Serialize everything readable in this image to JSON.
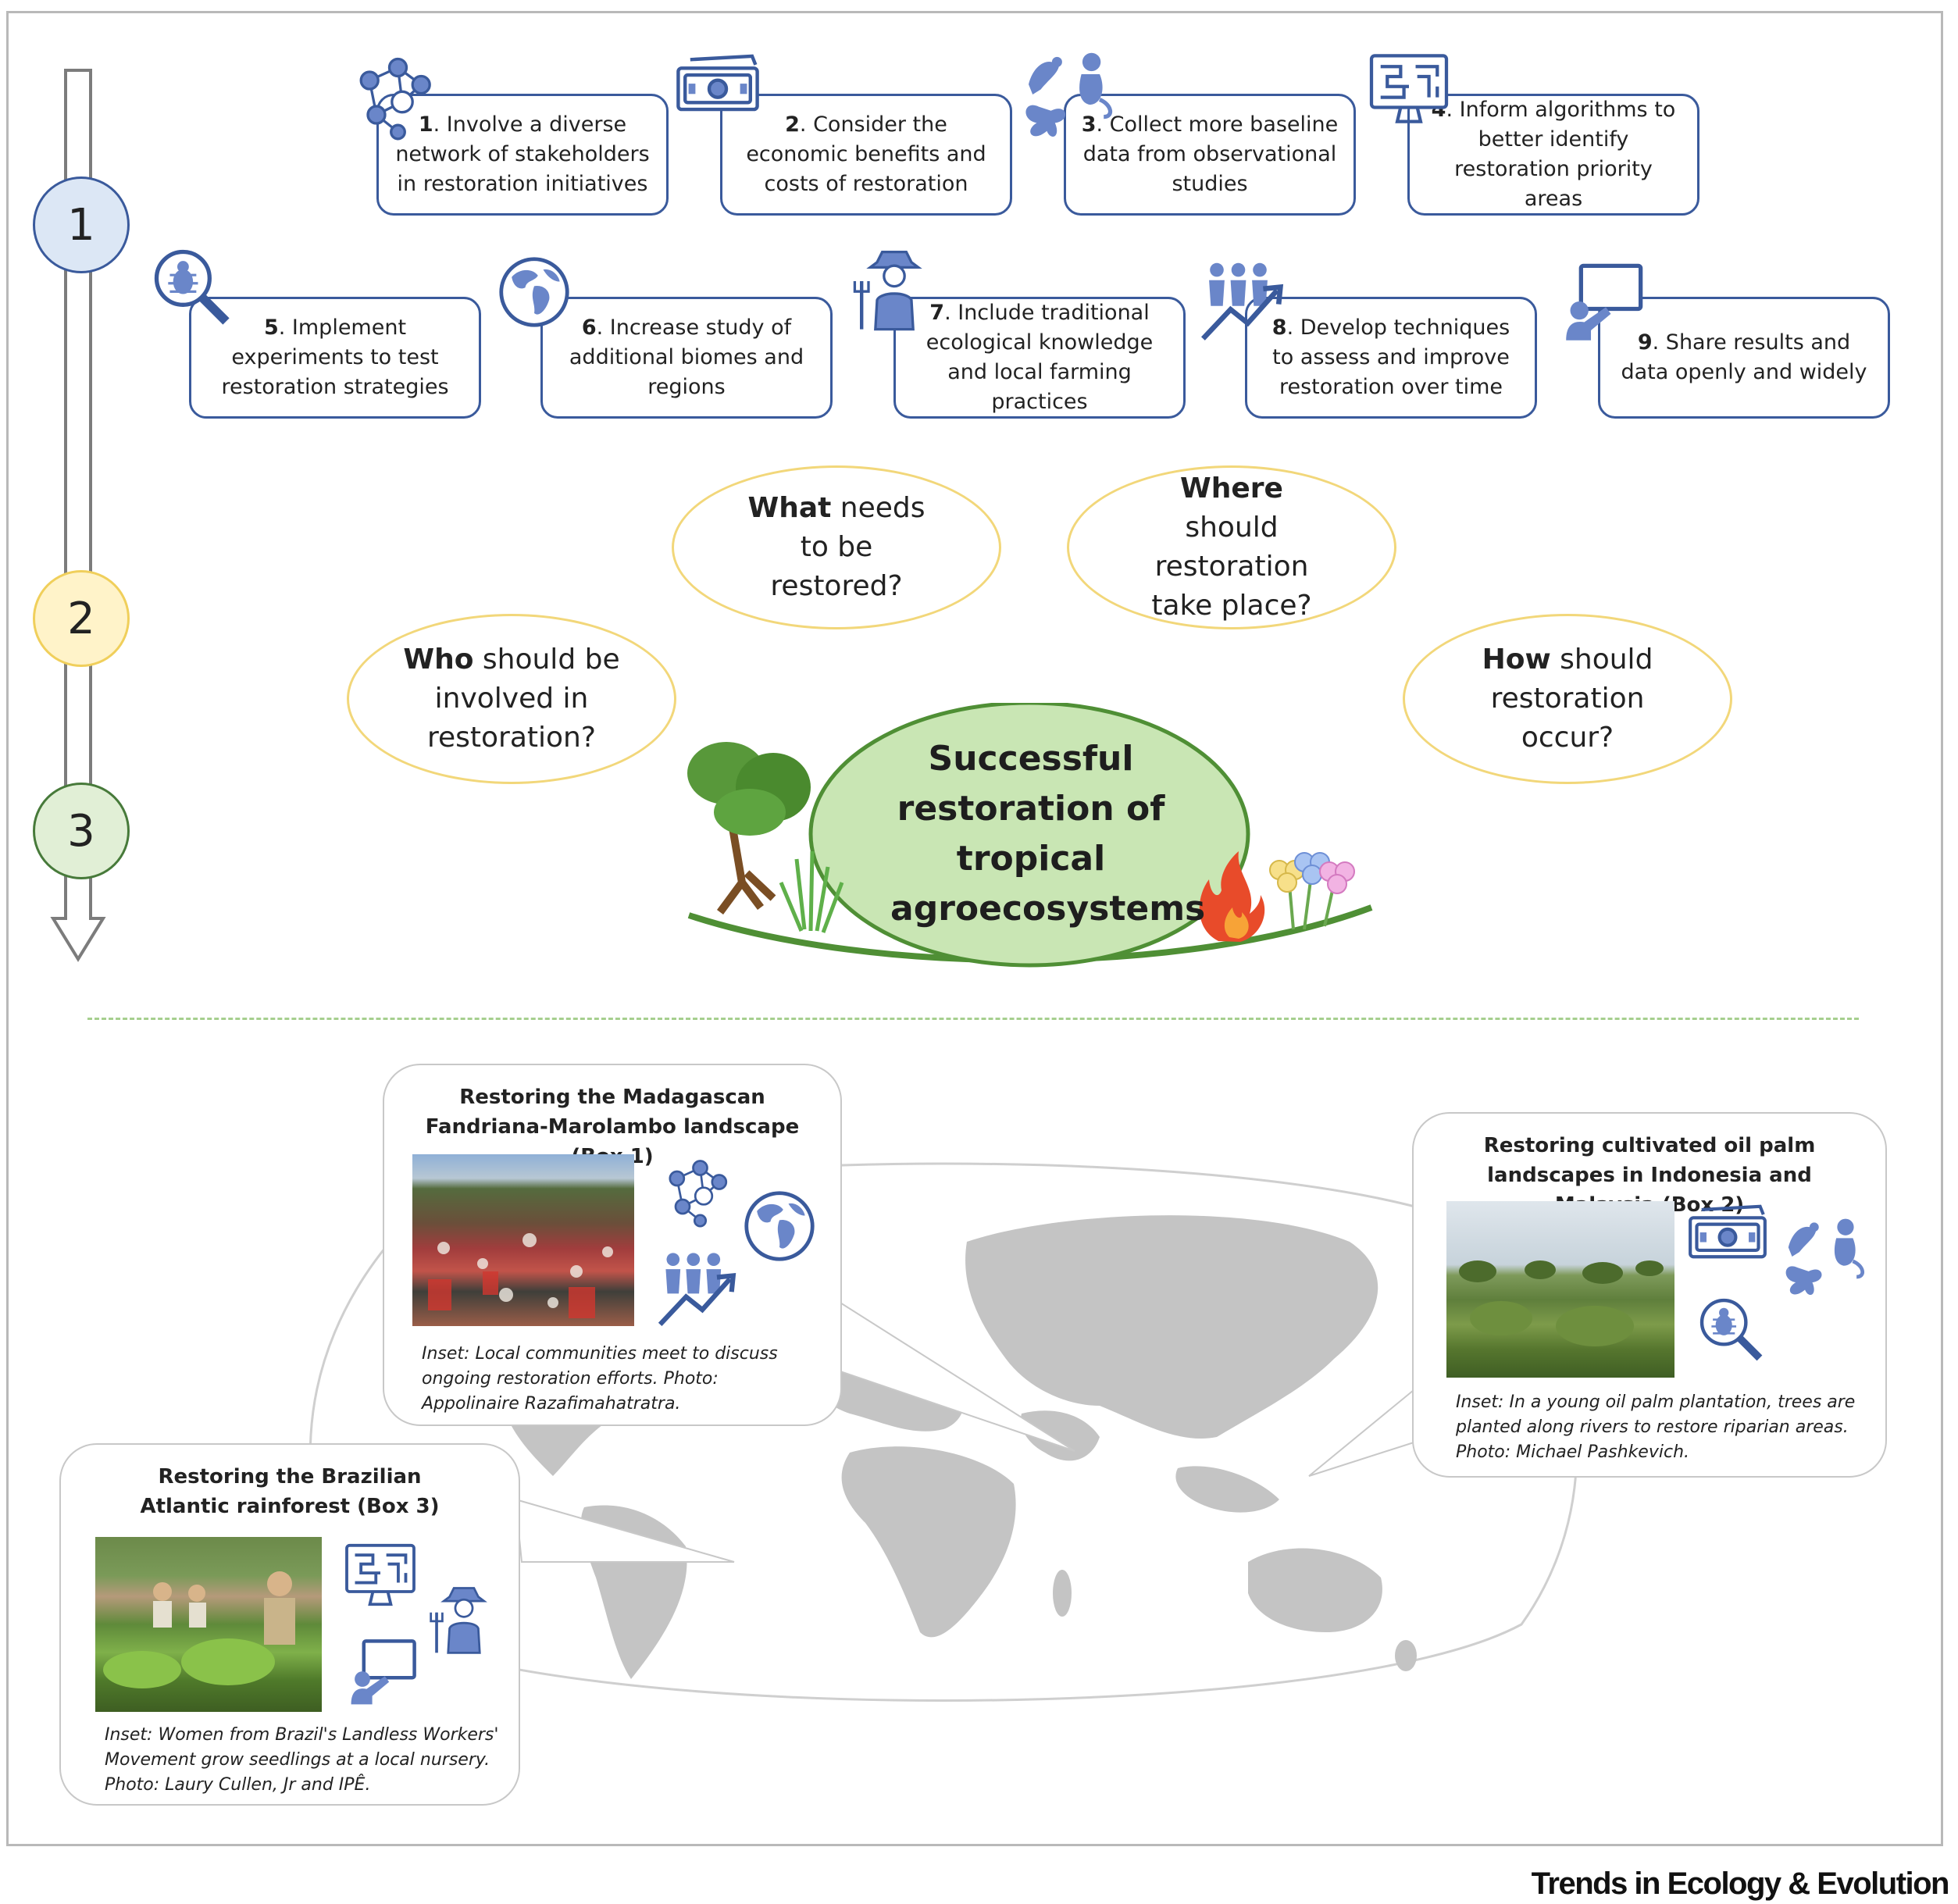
{
  "stages": [
    "1",
    "2",
    "3"
  ],
  "colors": {
    "box_border": "#3a5a9c",
    "icon_blue": "#6a86c9",
    "stage1_fill": "#dce7f5",
    "stage2_fill": "#fff3c9",
    "stage3_fill": "#e1efd6",
    "question_border": "#f2d77a",
    "goal_fill": "#c9e6b4",
    "map_land": "#c4c4c4"
  },
  "steps": [
    {
      "num": "1",
      "text": ". Involve a diverse network of stakeholders in restoration initiatives",
      "icon": "network-icon"
    },
    {
      "num": "2",
      "text": ". Consider the economic benefits and costs of restoration",
      "icon": "money-icon"
    },
    {
      "num": "3",
      "text": ". Collect more baseline data from observational studies",
      "icon": "wildlife-icon"
    },
    {
      "num": "4",
      "text": ". Inform algorithms to better identify restoration priority areas",
      "icon": "algorithm-monitor-icon"
    },
    {
      "num": "5",
      "text": ". Implement experiments to test restoration strategies",
      "icon": "bug-magnifier-icon"
    },
    {
      "num": "6",
      "text": ". Increase study of additional biomes and regions",
      "icon": "globe-icon"
    },
    {
      "num": "7",
      "text": ". Include traditional ecological knowledge and local farming practices",
      "icon": "farmer-icon"
    },
    {
      "num": "8",
      "text": ". Develop techniques to assess and improve restoration over time",
      "icon": "people-growth-icon"
    },
    {
      "num": "9",
      "text": ". Share results and data openly and widely",
      "icon": "presenter-icon"
    }
  ],
  "questions": [
    {
      "bold": "What",
      "rest": " needs to be restored?"
    },
    {
      "bold": "Where",
      "rest": " should restoration take place?"
    },
    {
      "bold": "Who",
      "rest": " should be involved in restoration?"
    },
    {
      "bold": "How",
      "rest": " should restoration occur?"
    }
  ],
  "goal": "Successful restoration of tropical agroecosystems",
  "boxes": [
    {
      "title": "Restoring the Madagascan Fandriana-Marolambo landscape (Box 1)",
      "caption": "Inset:  Local communities meet to discuss ongoing restoration efforts. Photo: Appolinaire Razafimahatratra.",
      "icons": [
        "network-icon",
        "globe-icon",
        "people-growth-icon"
      ]
    },
    {
      "title": "Restoring cultivated oil palm landscapes in Indonesia and Malaysia (Box 2)",
      "caption": "Inset:  In a young oil palm plantation, trees are planted along rivers to restore riparian areas. Photo: Michael Pashkevich.",
      "icons": [
        "money-icon",
        "wildlife-icon",
        "bug-magnifier-icon"
      ]
    },
    {
      "title": "Restoring the Brazilian Atlantic rainforest (Box 3)",
      "caption": "Inset:  Women from Brazil's Landless Workers' Movement grow seedlings at a local nursery. Photo: Laury Cullen, Jr and IPÊ.",
      "icons": [
        "algorithm-monitor-icon",
        "farmer-icon",
        "presenter-icon"
      ]
    }
  ],
  "journal": "Trends in Ecology & Evolution"
}
